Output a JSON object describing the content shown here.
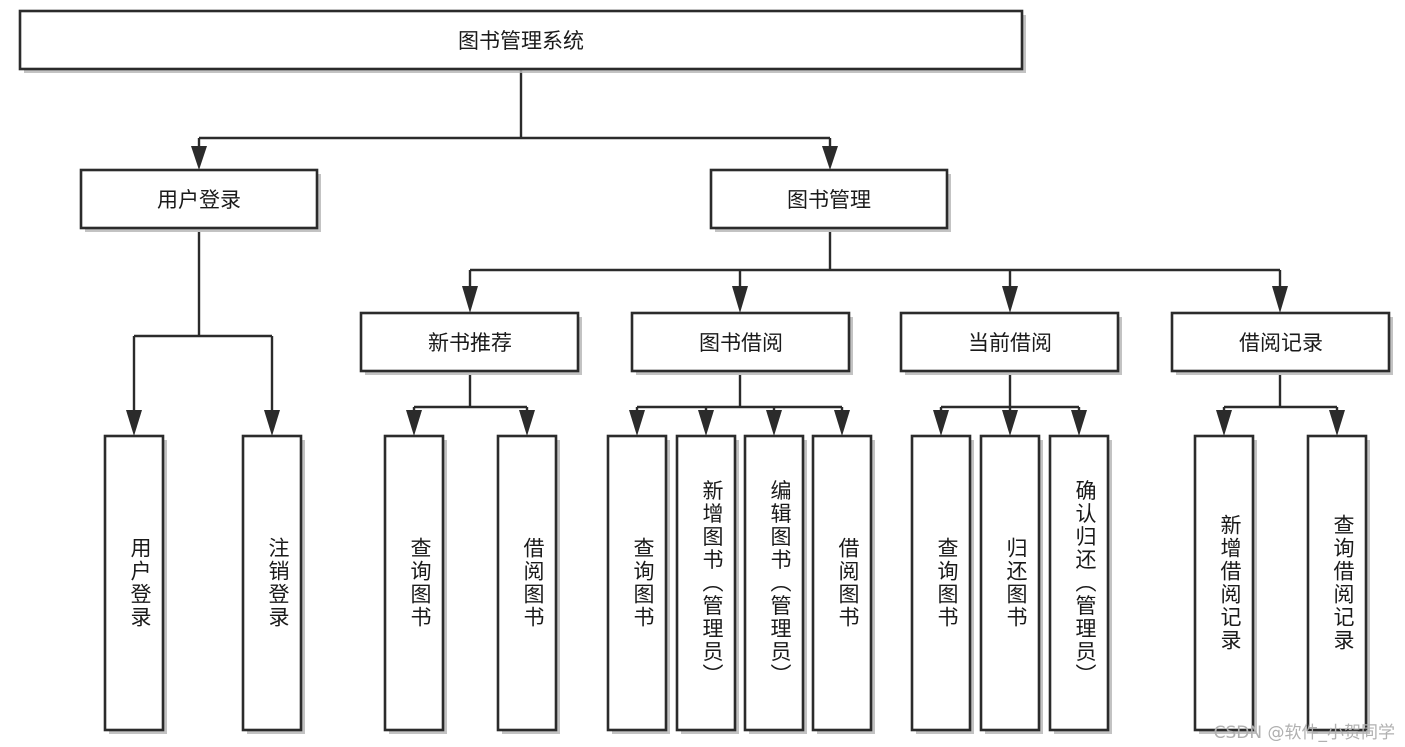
{
  "diagram": {
    "type": "tree-hierarchy",
    "title": "图书管理系统",
    "style": {
      "box_fill": "#ffffff",
      "box_stroke": "#2b2b2b",
      "connector_color": "#2b2b2b",
      "text_color": "#1a1a1a",
      "background": "#ffffff",
      "watermark_color": "#b0b0b0"
    },
    "root": {
      "id": "root",
      "label": "图书管理系统",
      "orientation": "horizontal"
    },
    "level2": [
      {
        "id": "user-login",
        "label": "用户登录",
        "orientation": "horizontal"
      },
      {
        "id": "book-management",
        "label": "图书管理",
        "orientation": "horizontal"
      }
    ],
    "level3": [
      {
        "id": "new-book-recommend",
        "label": "新书推荐",
        "orientation": "horizontal",
        "parent": "book-management"
      },
      {
        "id": "book-borrow",
        "label": "图书借阅",
        "orientation": "horizontal",
        "parent": "book-management"
      },
      {
        "id": "current-borrow",
        "label": "当前借阅",
        "orientation": "horizontal",
        "parent": "book-management"
      },
      {
        "id": "borrow-record",
        "label": "借阅记录",
        "orientation": "horizontal",
        "parent": "book-management"
      }
    ],
    "leaves": {
      "user-login": [
        {
          "id": "leaf-user-login",
          "label": "用户登录",
          "orientation": "vertical"
        },
        {
          "id": "leaf-logout-login",
          "label": "注销登录",
          "orientation": "vertical"
        }
      ],
      "new-book-recommend": [
        {
          "id": "leaf-query-book-1",
          "label": "查询图书",
          "orientation": "vertical"
        },
        {
          "id": "leaf-borrow-book-1",
          "label": "借阅图书",
          "orientation": "vertical"
        }
      ],
      "book-borrow": [
        {
          "id": "leaf-query-book-2",
          "label": "查询图书",
          "orientation": "vertical"
        },
        {
          "id": "leaf-add-book",
          "label": "新增图书（管理员）",
          "orientation": "vertical"
        },
        {
          "id": "leaf-edit-book",
          "label": "编辑图书（管理员）",
          "orientation": "vertical"
        },
        {
          "id": "leaf-borrow-book-2",
          "label": "借阅图书",
          "orientation": "vertical"
        }
      ],
      "current-borrow": [
        {
          "id": "leaf-query-book-3",
          "label": "查询图书",
          "orientation": "vertical"
        },
        {
          "id": "leaf-return-book",
          "label": "归还图书",
          "orientation": "vertical"
        },
        {
          "id": "leaf-confirm-return",
          "label": "确认归还（管理员）",
          "orientation": "vertical"
        }
      ],
      "borrow-record": [
        {
          "id": "leaf-add-record",
          "label": "新增借阅记录",
          "orientation": "vertical"
        },
        {
          "id": "leaf-query-record",
          "label": "查询借阅记录",
          "orientation": "vertical"
        }
      ]
    }
  },
  "watermark": {
    "text": "CSDN @软件_小贺同学"
  }
}
